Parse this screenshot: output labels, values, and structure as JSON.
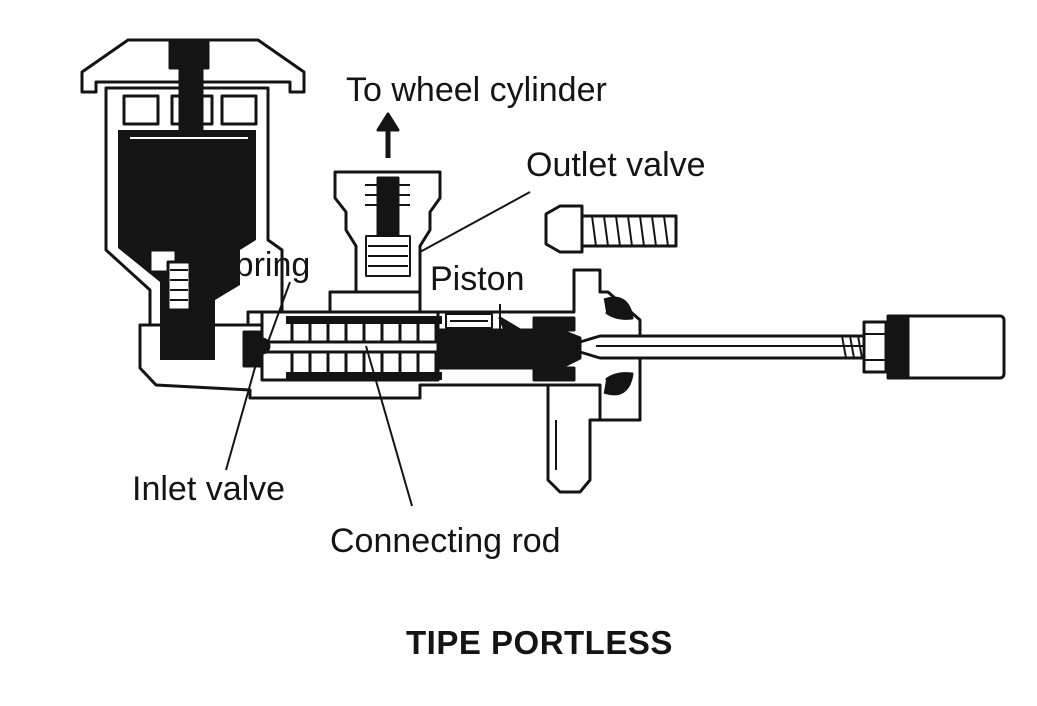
{
  "diagram": {
    "labels": {
      "to_wheel_cylinder": "To wheel cylinder",
      "outlet_valve": "Outlet valve",
      "spring": "Spring",
      "piston": "Piston",
      "inlet_valve": "Inlet valve",
      "connecting_rod": "Connecting rod"
    },
    "caption": "TIPE PORTLESS"
  },
  "colors": {
    "ink": "#141414",
    "paper": "#ffffff"
  }
}
